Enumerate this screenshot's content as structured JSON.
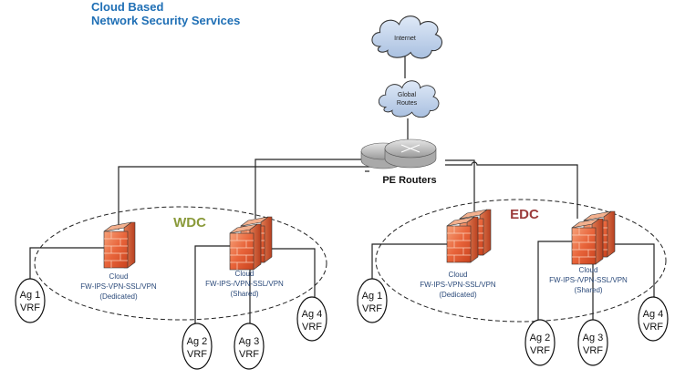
{
  "title": {
    "line1": "Cloud Based",
    "line2": "Network Security Services",
    "color": "#1f6fb5"
  },
  "clouds": {
    "internet": "Internet",
    "global_line1": "Global",
    "global_line2": "Routes"
  },
  "routers": {
    "label": "PE Routers"
  },
  "wdc": {
    "label": "WDC",
    "color": "#8a9a3a",
    "dedicated": {
      "line1": "Cloud",
      "line2": "FW-IPS-VPN-SSL/VPN",
      "line3": "(Dedicated)"
    },
    "shared": {
      "line1": "Cloud",
      "line2": "FW-IPS-/VPN-SSL/VPN",
      "line3": "(Shared)"
    },
    "vrfs": [
      {
        "top": "Ag 1",
        "bottom": "VRF"
      },
      {
        "top": "Ag 2",
        "bottom": "VRF"
      },
      {
        "top": "Ag 3",
        "bottom": "VRF"
      },
      {
        "top": "Ag 4",
        "bottom": "VRF"
      }
    ]
  },
  "edc": {
    "label": "EDC",
    "color": "#9b3b3b",
    "dedicated": {
      "line1": "Cloud",
      "line2": "FW-IPS-VPN-SSL/VPN",
      "line3": "(Dedicated)"
    },
    "shared": {
      "line1": "Cloud",
      "line2": "FW-IPS-/VPN-SSL/VPN",
      "line3": "(Shared)"
    },
    "vrfs": [
      {
        "top": "Ag 1",
        "bottom": "VRF"
      },
      {
        "top": "Ag 2",
        "bottom": "VRF"
      },
      {
        "top": "Ag 3",
        "bottom": "VRF"
      },
      {
        "top": "Ag 4",
        "bottom": "VRF"
      }
    ]
  }
}
